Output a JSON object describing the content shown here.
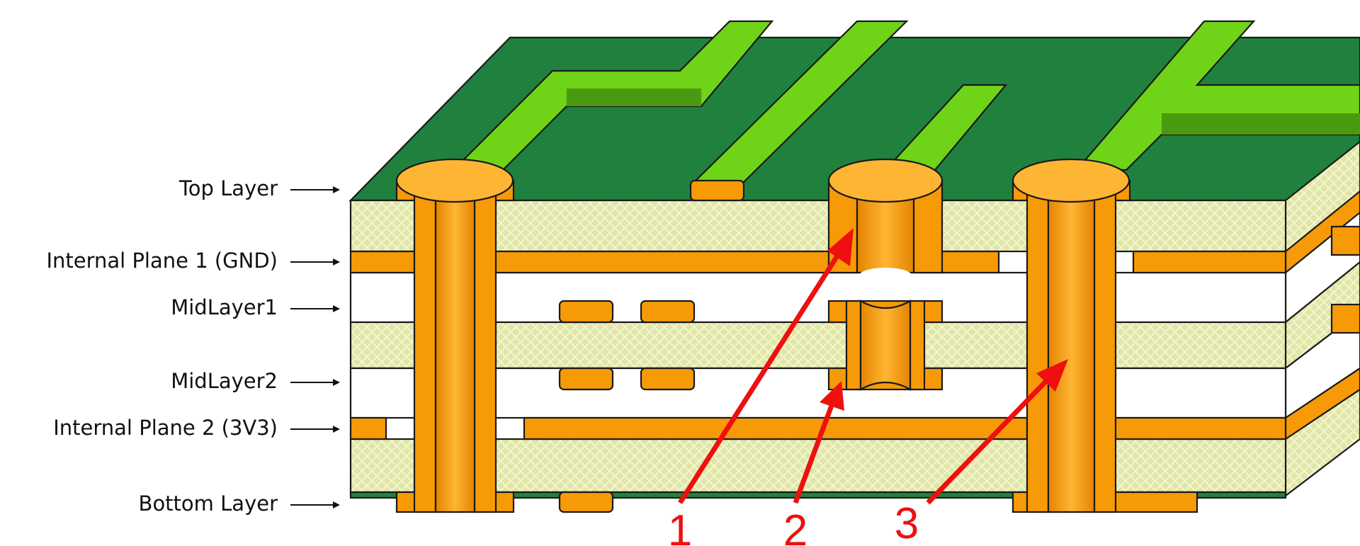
{
  "layer_labels": [
    "Top Layer",
    "Internal Plane 1 (GND)",
    "MidLayer1",
    "MidLayer2",
    "Internal Plane 2 (3V3)",
    "Bottom Layer"
  ],
  "callouts": [
    "1",
    "2",
    "3"
  ],
  "colors": {
    "solder_mask": "#20813f",
    "trace": "#6fd317",
    "trace_dark": "#4a9a10",
    "copper": "#f79a07",
    "copper_hi": "#ffb534",
    "dielectric": "#e1e6a6",
    "arrow": "#ee0f0f",
    "outline": "#1a1a1a"
  }
}
